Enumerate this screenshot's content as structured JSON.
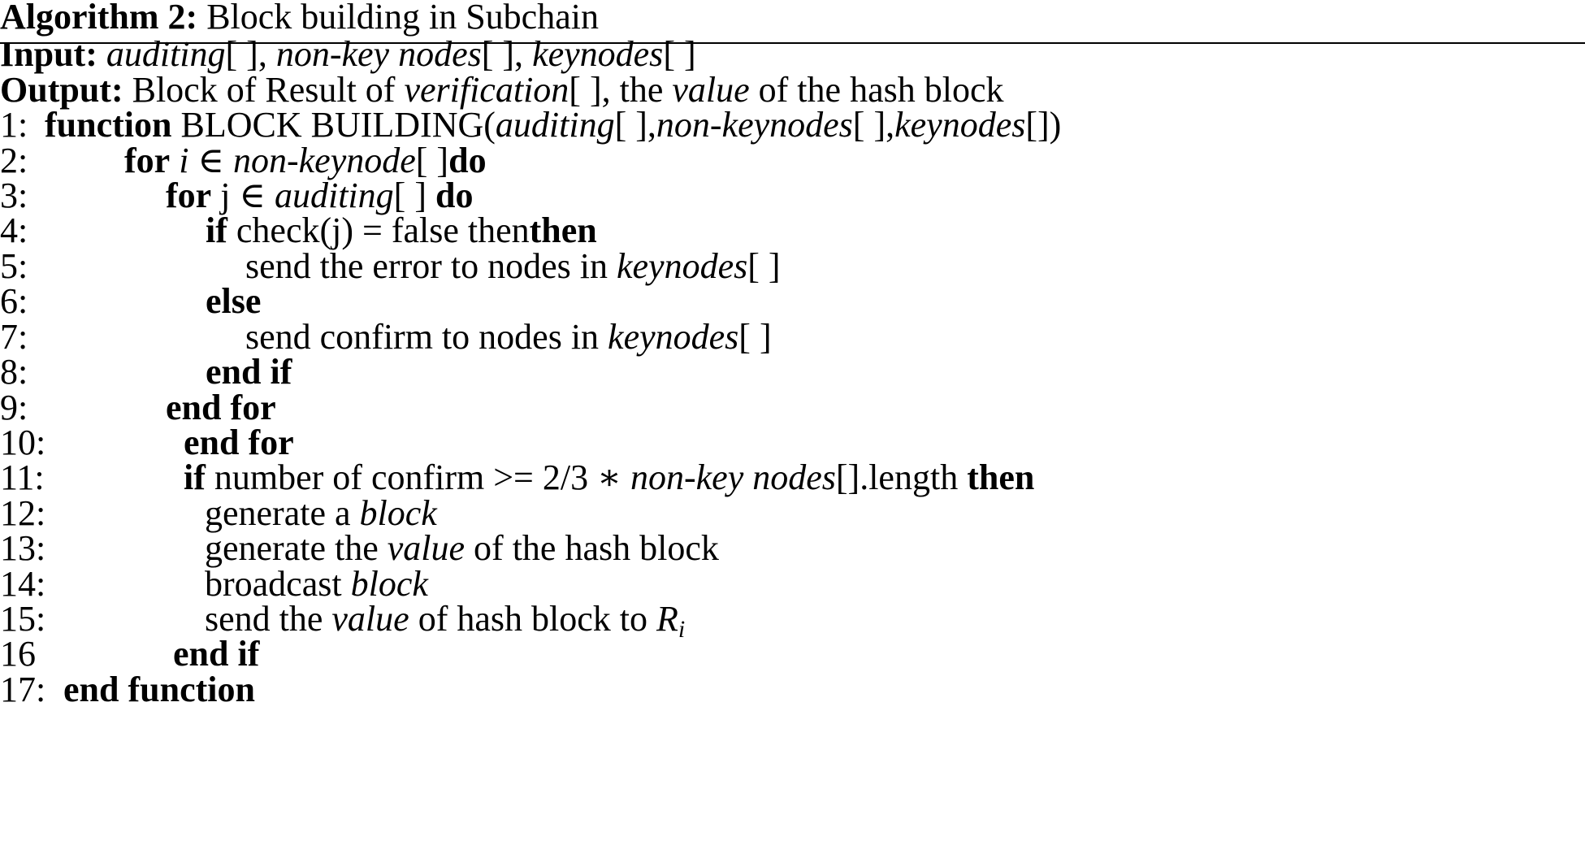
{
  "caption": {
    "label": "Algorithm 2:",
    "title": "Block building in Subchain"
  },
  "header": {
    "input_label": "Input:",
    "input_items": [
      "auditing",
      "[ ], ",
      "non-key nodes",
      "[ ], ",
      "keynodes",
      "[ ]"
    ],
    "output_label": "Output:",
    "output_parts": [
      "Block of Result of ",
      "verification",
      "[ ], the ",
      "value",
      " of the hash block"
    ]
  },
  "lines": [
    {
      "num": "1:",
      "parts": [
        "function",
        " BLOCK BUILDING(",
        "auditing",
        "[ ],",
        "non-keynodes",
        "[ ],",
        "keynodes",
        "[])"
      ]
    },
    {
      "num": "2:",
      "parts": [
        "for",
        " ",
        "i",
        " ∈ ",
        "non-keynode",
        "[ ]",
        "do"
      ]
    },
    {
      "num": "3:",
      "parts": [
        "for",
        " j ∈ ",
        "auditing",
        "[ ] ",
        "do"
      ]
    },
    {
      "num": "4:",
      "parts": [
        "if",
        " check(j) = false then",
        "then"
      ]
    },
    {
      "num": "5:",
      "parts": [
        "send the error to nodes in ",
        "keynodes",
        "[ ]"
      ]
    },
    {
      "num": "6:",
      "parts": [
        "else"
      ]
    },
    {
      "num": "7:",
      "parts": [
        "send confirm to nodes in ",
        "keynodes",
        "[ ]"
      ]
    },
    {
      "num": "8:",
      "parts": [
        "end if"
      ]
    },
    {
      "num": "9:",
      "parts": [
        "end for"
      ]
    },
    {
      "num": "10:",
      "parts": [
        "end for"
      ]
    },
    {
      "num": "11:",
      "parts": [
        "if",
        " number of confirm >= 2/3 ∗ ",
        "non-key nodes",
        "[].length ",
        "then"
      ]
    },
    {
      "num": "12:",
      "parts": [
        "generate a ",
        "block"
      ]
    },
    {
      "num": "13:",
      "parts": [
        "generate the ",
        "value",
        " of the hash block"
      ]
    },
    {
      "num": "14:",
      "parts": [
        "broadcast ",
        "block"
      ]
    },
    {
      "num": "15:",
      "parts": [
        "send the ",
        "value",
        " of hash block to ",
        "R",
        "i"
      ]
    },
    {
      "num": "16",
      "parts": [
        "end if"
      ]
    },
    {
      "num": "17:",
      "parts": [
        "end function"
      ]
    }
  ]
}
